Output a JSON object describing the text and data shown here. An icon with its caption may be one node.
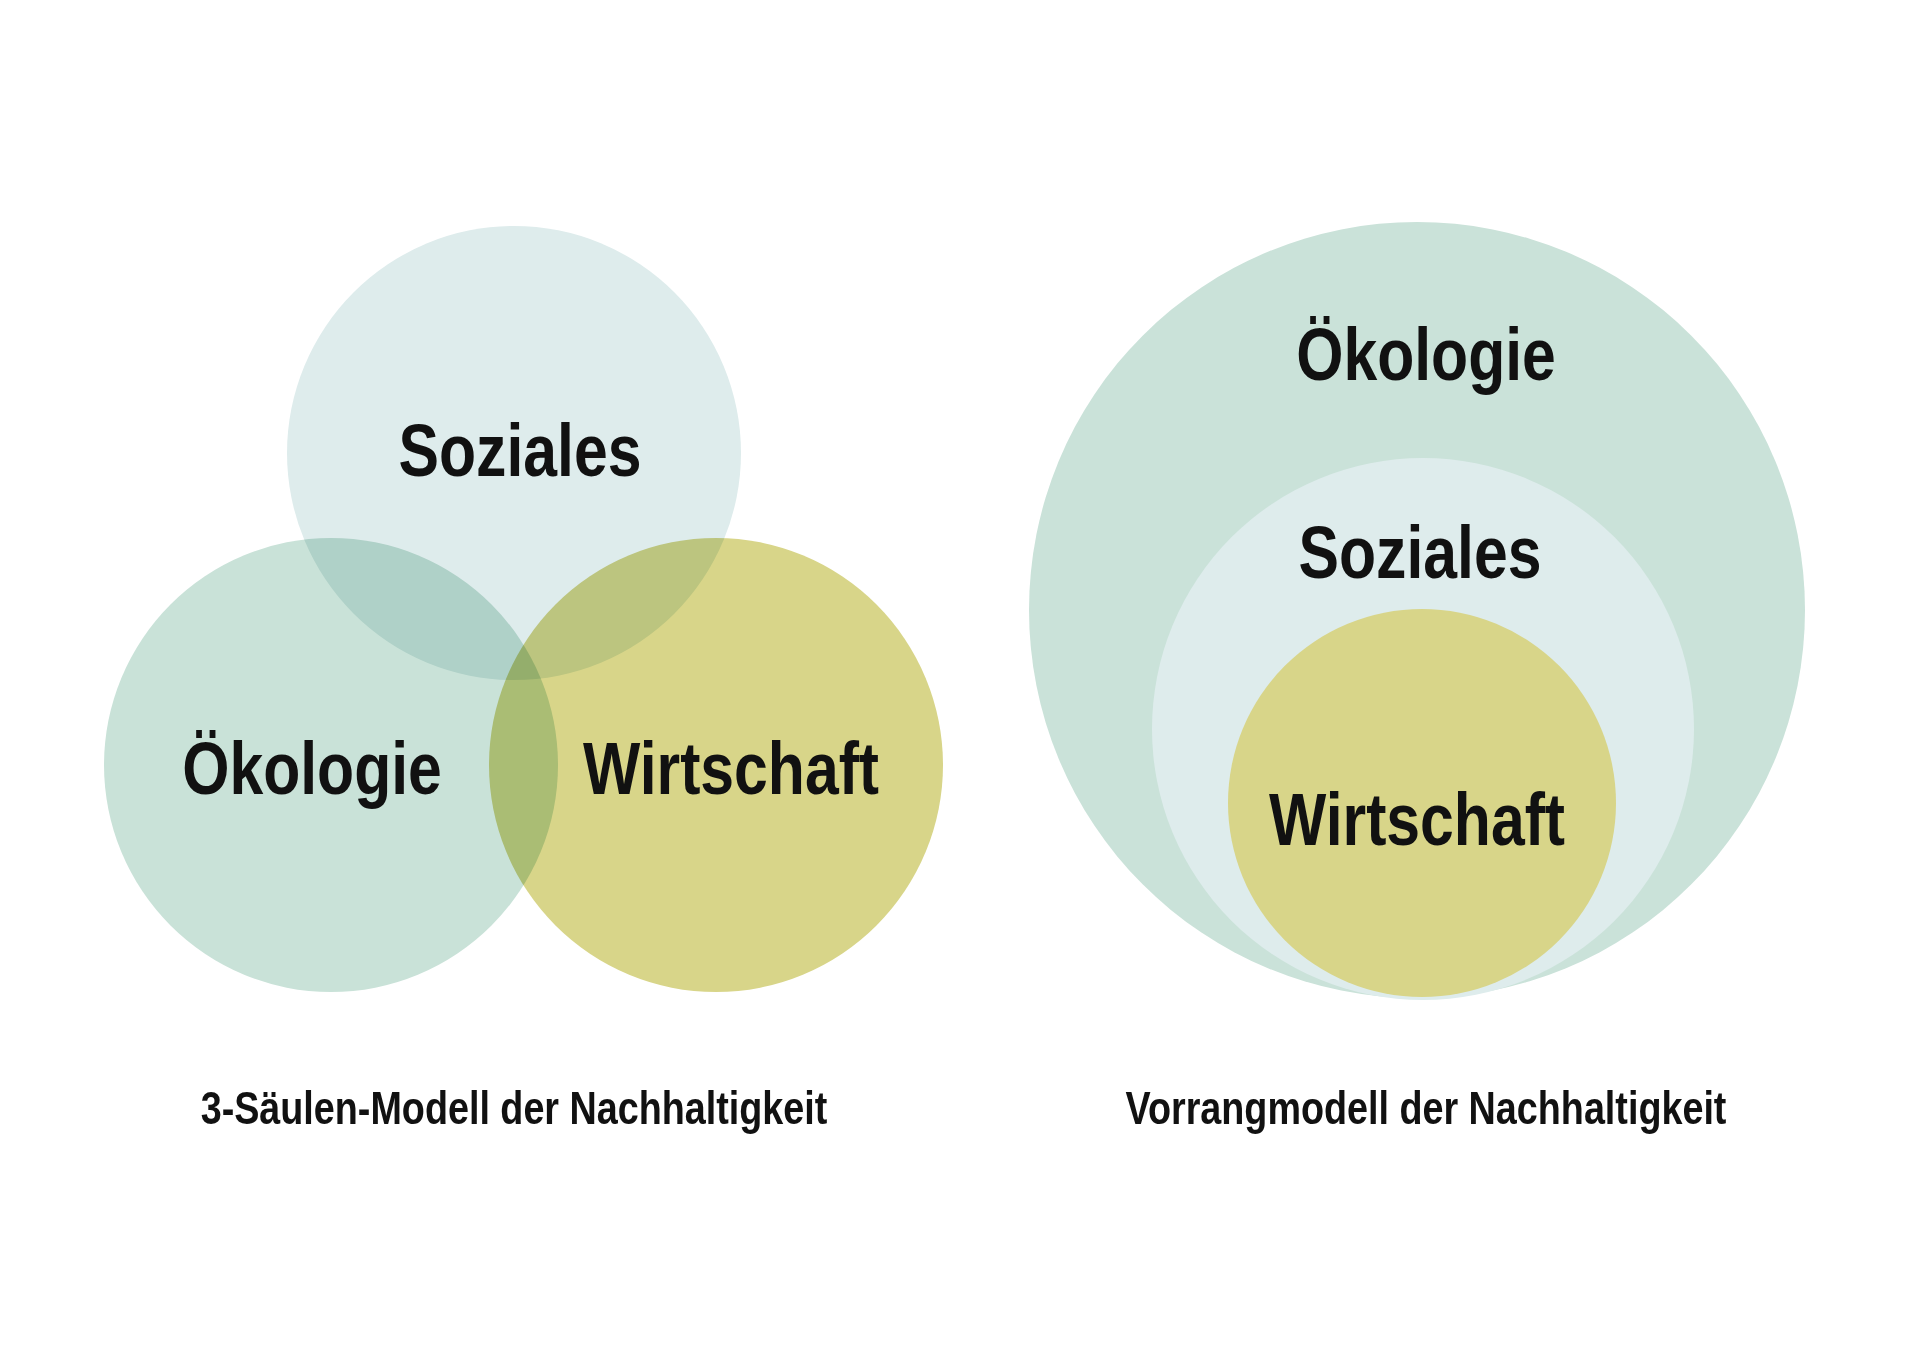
{
  "diagram": {
    "nodes": [
      {
        "text": [
          "Soziales"
        ]
      },
      {
        "text": [
          "Ökologie"
        ]
      },
      {
        "text": [
          "Wirtschaft"
        ]
      },
      {
        "text": [
          "Ökologie"
        ]
      },
      {
        "text": [
          "Soziales"
        ],
        "in": 3
      },
      {
        "text": [
          "Wirtschaft"
        ],
        "in": 4
      }
    ],
    "edges": [],
    "labels": [
      "3-Säulen-Modell der Nachhaltigkeit",
      "Vorrangmodell der Nachhaltigkeit"
    ]
  }
}
